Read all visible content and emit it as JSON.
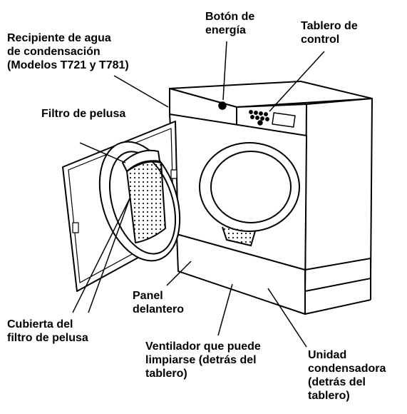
{
  "labels": {
    "power_button": [
      "Botón de",
      "energía"
    ],
    "control_panel": [
      "Tablero de",
      "control"
    ],
    "water_container": [
      "Recipiente de agua",
      "de condensación",
      "(Modelos T721 y T781)"
    ],
    "lint_filter": [
      "Filtro de pelusa"
    ],
    "front_panel": [
      "Panel",
      "delantero"
    ],
    "lint_filter_cover": [
      "Cubierta del",
      "filtro de pelusa"
    ],
    "fan": [
      "Ventilador que puede",
      "limpiarse (detrás del",
      "tablero)"
    ],
    "condenser": [
      "Unidad",
      "condensadora",
      "(detrás del",
      "tablero)"
    ]
  }
}
